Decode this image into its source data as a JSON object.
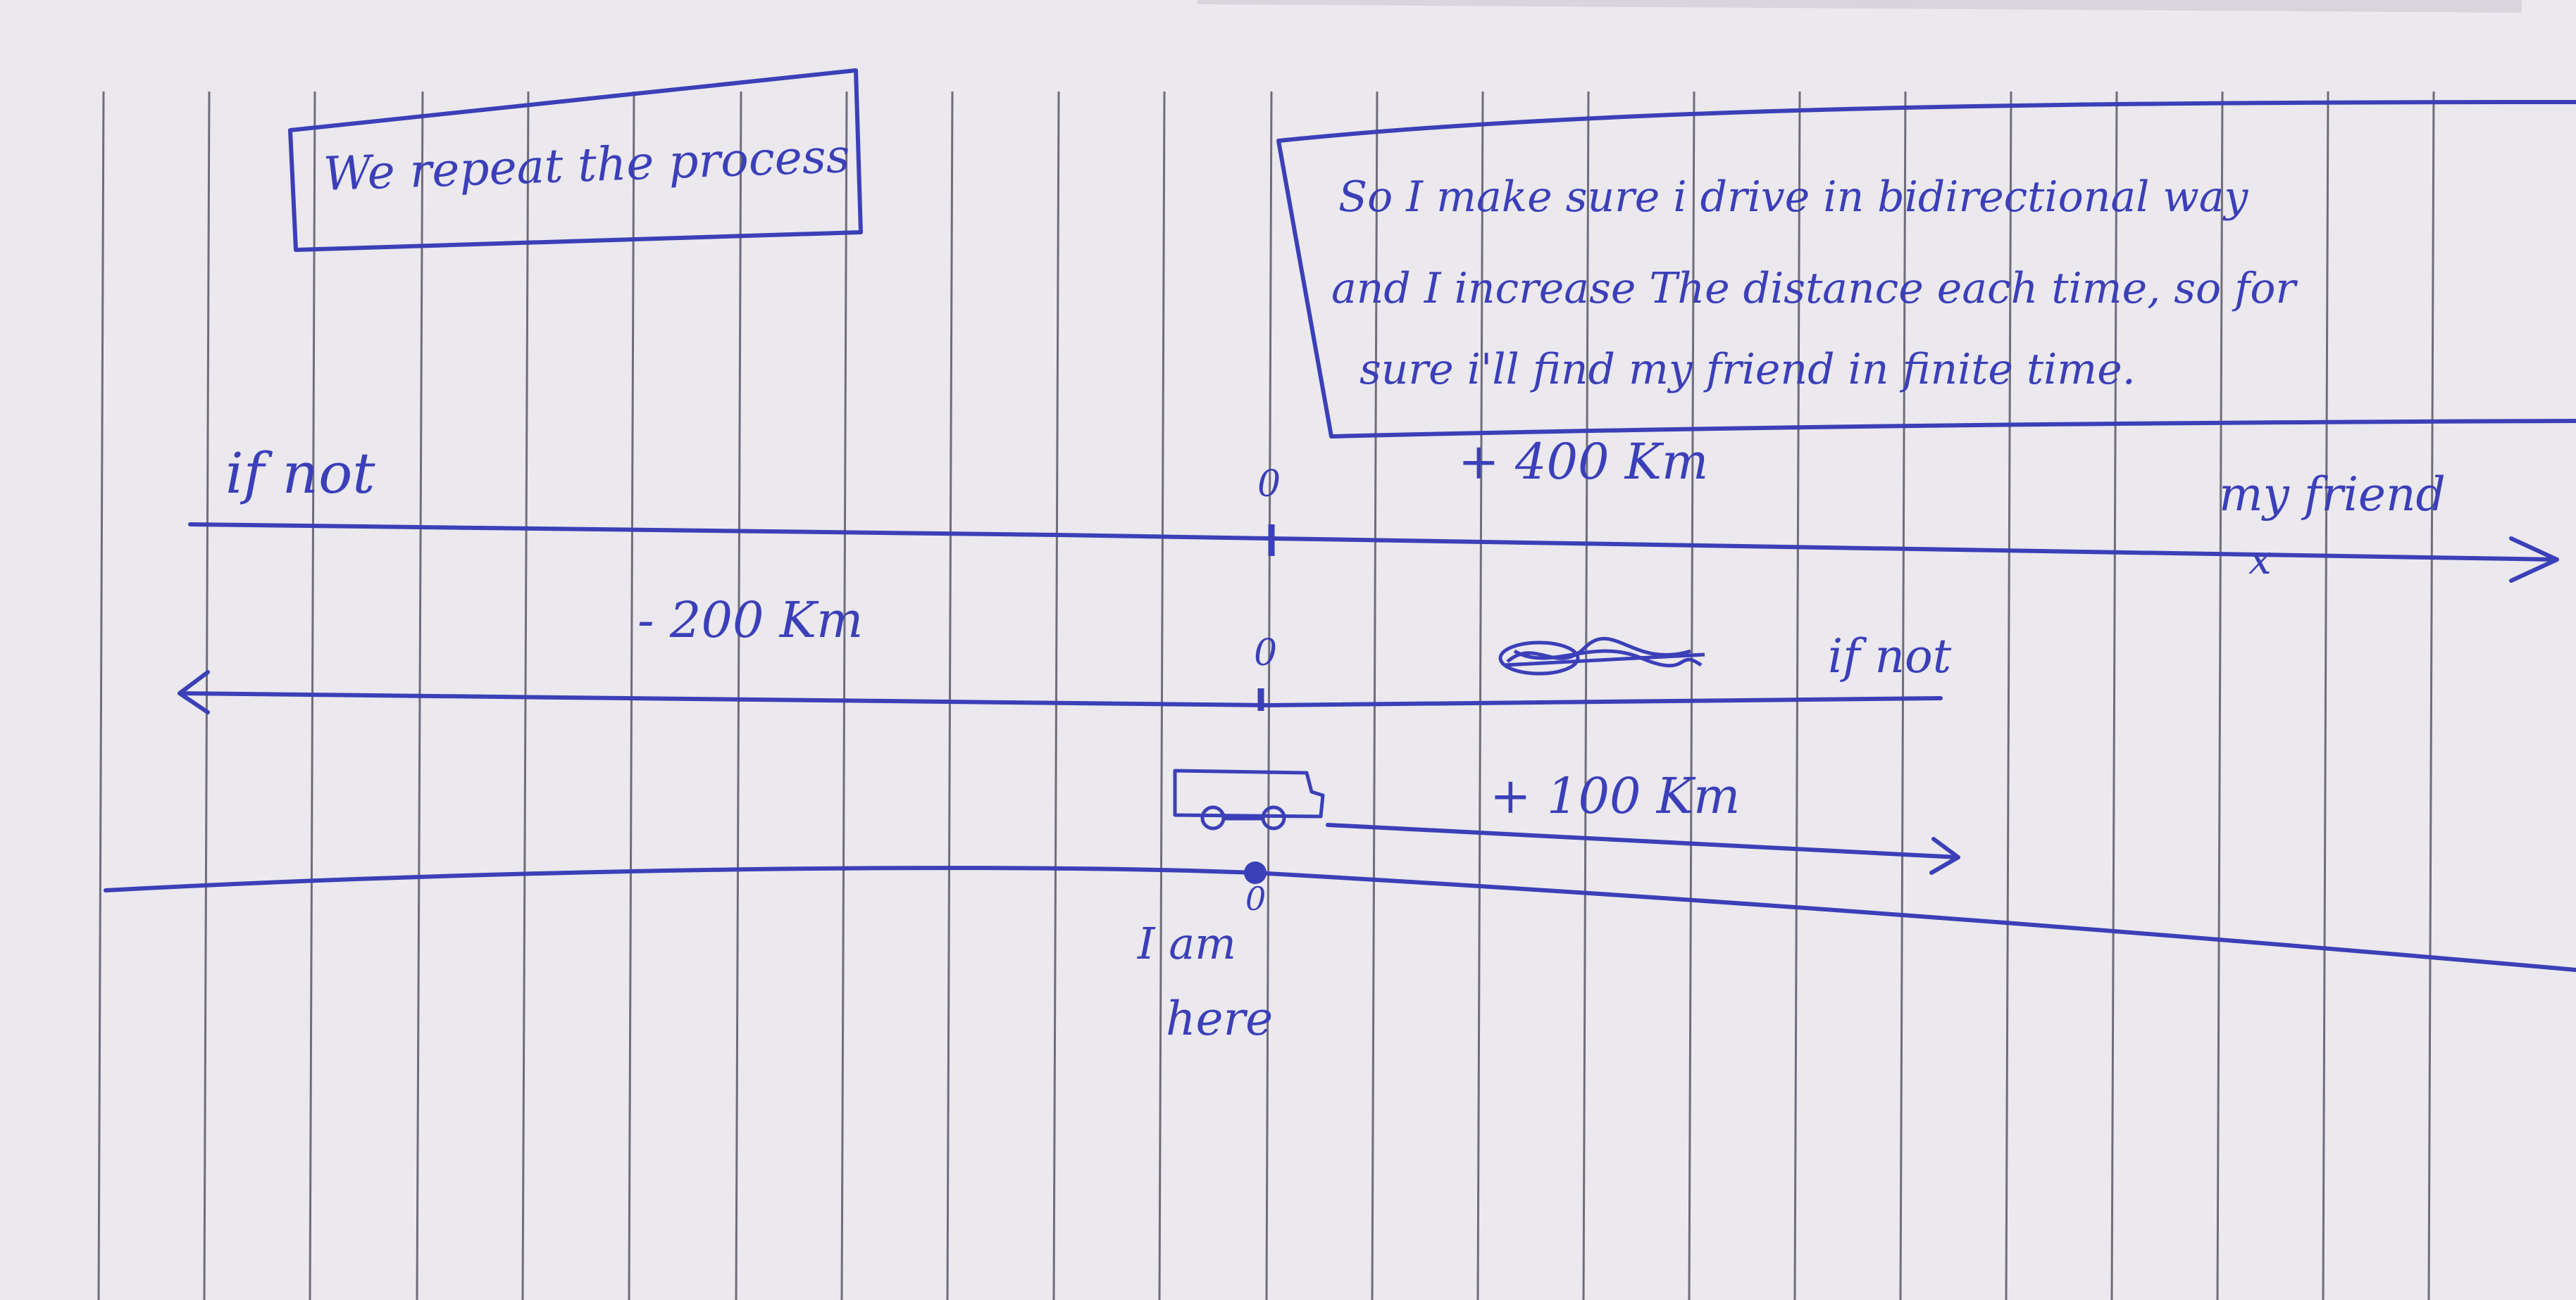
{
  "colors": {
    "paper": "#ebe8ee",
    "paper_shadow": "#d9d5dd",
    "rule": "#5b5866",
    "ink": "#3b3fb8"
  },
  "box_top_left": {
    "text": "We repeat the process"
  },
  "box_top_right": {
    "lines": [
      "So I make sure i drive in bidirectional way",
      "and I increase The distance each time, so for",
      "sure i'll find my friend in finite time."
    ]
  },
  "line_1": {
    "left_label": "if not",
    "distance_label": "+ 400 Km",
    "origin_mark": "0",
    "friend_label": "my friend",
    "friend_mark": "x"
  },
  "line_2": {
    "distance_label": "- 200 Km",
    "origin_mark": "0",
    "right_label": "if not"
  },
  "line_3": {
    "distance_label": "+ 100 Km",
    "origin_mark": "0",
    "here_line1": "I am",
    "here_line2": "here"
  },
  "icons": {
    "car": "car-icon",
    "crossed_out": "scribble-icon"
  }
}
